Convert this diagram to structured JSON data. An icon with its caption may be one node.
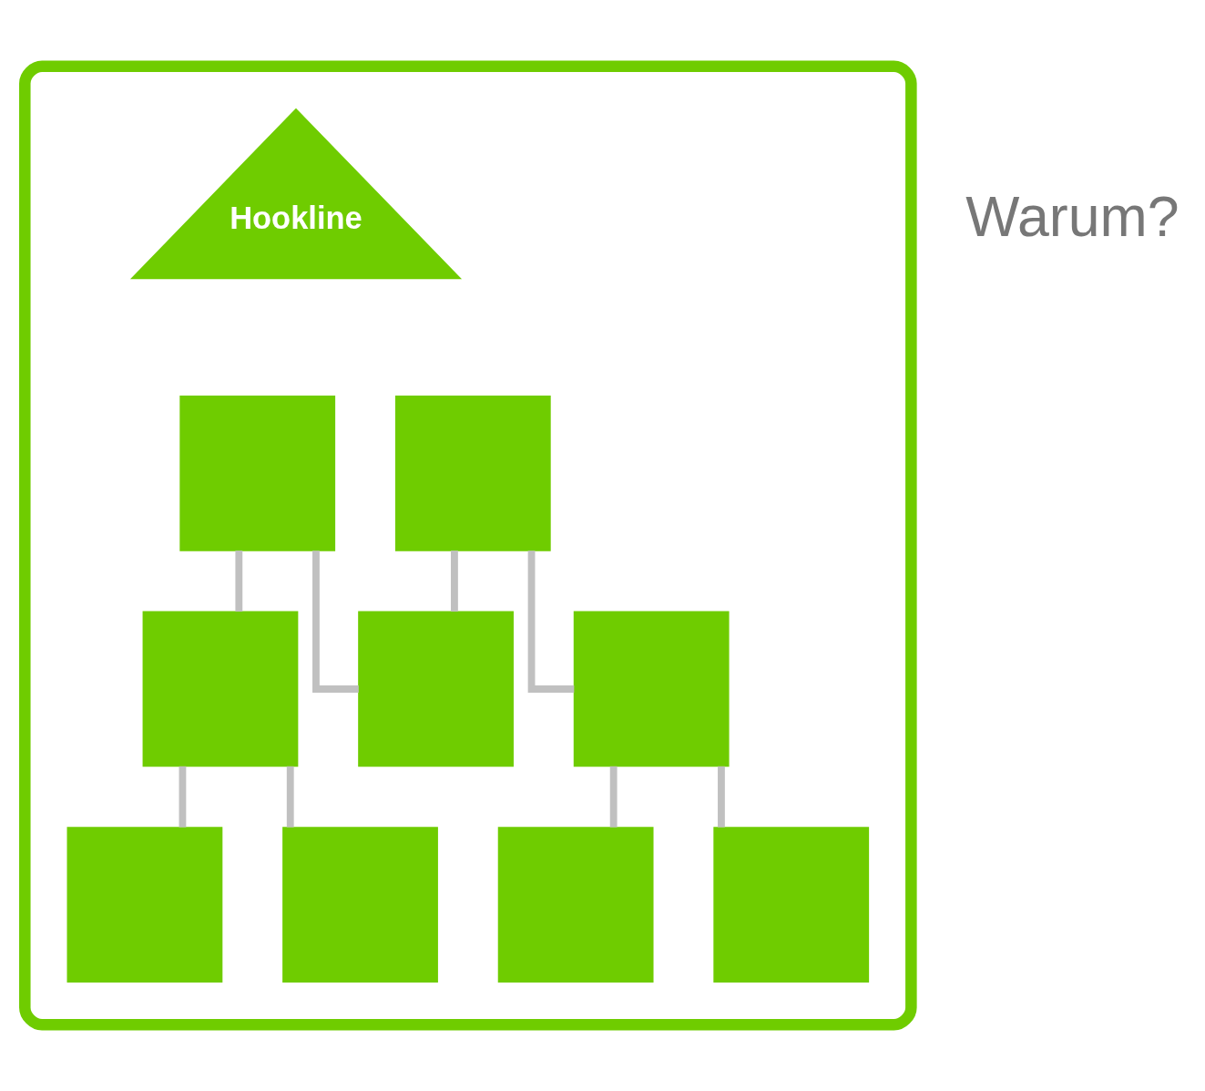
{
  "diagram": {
    "nodes": [
      {
        "text": [],
        "shape": "triangle"
      },
      {
        "text": [
          "Hookline"
        ],
        "in": 0
      },
      {
        "text": [],
        "shape": "box",
        "in": 0
      },
      {
        "text": [],
        "shape": "box",
        "in": 0
      },
      {
        "text": [],
        "shape": "box",
        "in": 0
      },
      {
        "text": [],
        "shape": "box",
        "in": 0
      },
      {
        "text": [],
        "shape": "box",
        "in": 0
      },
      {
        "text": [],
        "shape": "box",
        "in": 0
      },
      {
        "text": [],
        "shape": "box",
        "in": 0
      },
      {
        "text": [],
        "shape": "box",
        "in": 0
      },
      {
        "text": [],
        "shape": "box",
        "in": 0
      }
    ],
    "edges": [
      {
        "from": 2,
        "to": 4,
        "arrow": "none"
      },
      {
        "from": 2,
        "to": 5,
        "arrow": "none"
      },
      {
        "from": 3,
        "to": 5,
        "arrow": "none"
      },
      {
        "from": 3,
        "to": 6,
        "arrow": "none"
      },
      {
        "from": 4,
        "to": 7,
        "arrow": "none"
      },
      {
        "from": 4,
        "to": 8,
        "arrow": "none"
      },
      {
        "from": 6,
        "to": 9,
        "arrow": "none"
      },
      {
        "from": 6,
        "to": 10,
        "arrow": "none"
      }
    ],
    "labels": [
      "Warum?"
    ]
  }
}
